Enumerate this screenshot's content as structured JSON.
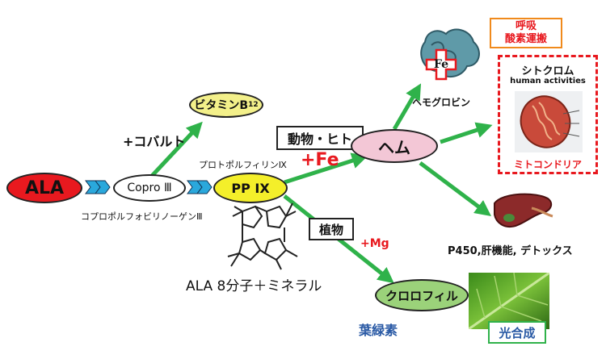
{
  "nodes": {
    "ala": "ALA",
    "copro": "Copro Ⅲ",
    "ppix": "PP IX",
    "vitamin_b12": "ビタミンB",
    "vitamin_b12_sub": "12",
    "heme": "ヘム",
    "chlorophyll": "クロロフィル"
  },
  "labels": {
    "coproporphyrinogen": "コプロポルフォビリノーゲンⅢ",
    "protoporphyrin": "プロトポルフィリンⅨ",
    "plus_cobalt": "+コバルト",
    "plus_fe": "+Fe",
    "animals_humans": "動物・ヒト",
    "plants": "植物",
    "plus_mg": "+Mg",
    "ala_formula": "ALA 8分子＋ミネラル",
    "fe_badge": "Fe",
    "hemoglobin": "ヘモグロビン",
    "respiration": "呼吸",
    "oxygen_transport": "酸素運搬",
    "cytochrome": "シトクロム",
    "human_activities": "human activities",
    "mitochondria": "ミトコンドリア",
    "p450": "P450,肝機能, デトックス",
    "leaf_green": "葉緑素",
    "photosynthesis": "光合成"
  },
  "colors": {
    "arrow_green": "#2fb24a",
    "ala_red": "#e8191f",
    "ppix_yellow": "#f4ef2a",
    "vitamin_yellow": "#f3f08a",
    "heme_pink": "#f3c7d6",
    "chloro_green": "#9bd27a",
    "highlight_red": "#e8191f",
    "orange": "#f08a1c",
    "blue_text": "#2a5aa5",
    "chevron_blue": "#2aa8dc"
  }
}
